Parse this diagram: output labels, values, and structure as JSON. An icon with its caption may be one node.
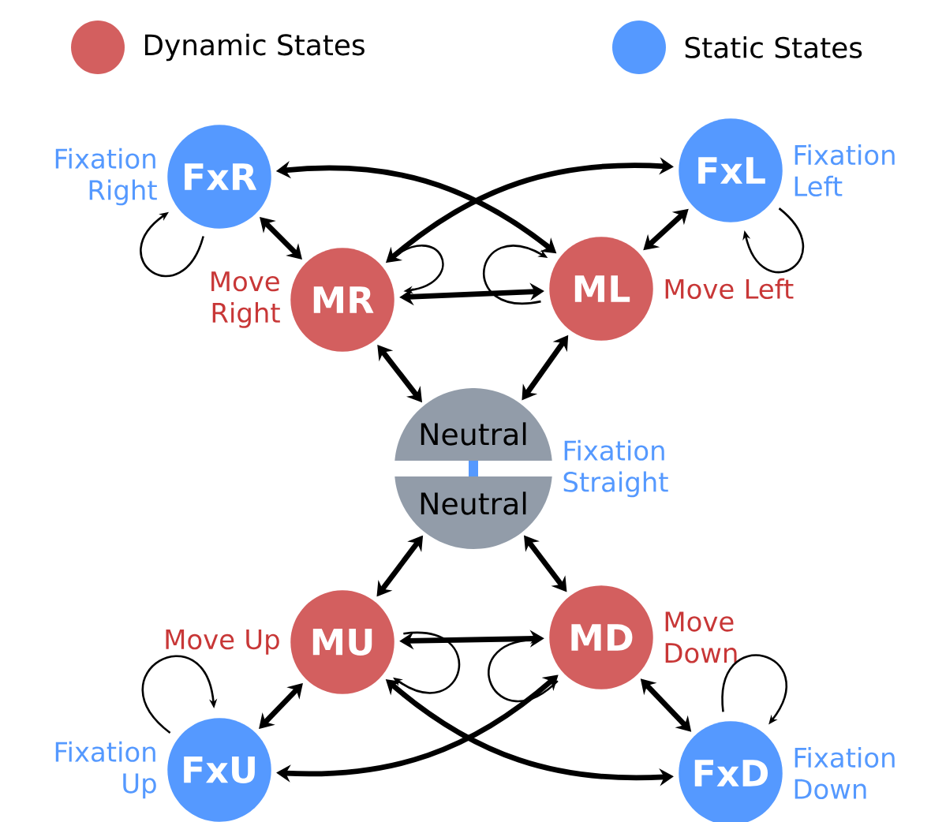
{
  "diagram": {
    "nodes": [
      {
        "text": [
          "FxR"
        ],
        "beside": [
          "Fixation Right"
        ]
      },
      {
        "text": [
          "FxL"
        ],
        "beside": [
          "Fixation Left"
        ]
      },
      {
        "text": [
          "MR"
        ],
        "beside": [
          "Move Right"
        ]
      },
      {
        "text": [
          "ML"
        ],
        "beside": [
          "Move Left"
        ]
      },
      {
        "text": [
          "Neutral",
          "Neutral"
        ],
        "beside": [
          "Fixation Straight"
        ]
      },
      {
        "text": [
          "MU"
        ],
        "beside": [
          "Move Up"
        ]
      },
      {
        "text": [
          "MD"
        ],
        "beside": [
          "Move Down"
        ]
      },
      {
        "text": [
          "FxU"
        ],
        "beside": [
          "Fixation Up"
        ]
      },
      {
        "text": [
          "FxD"
        ],
        "beside": [
          "Fixation Down"
        ]
      }
    ],
    "edges": [
      {
        "from": 0,
        "to": 2,
        "arrow": "both"
      },
      {
        "from": 0,
        "to": 3,
        "arrow": "both"
      },
      {
        "from": 1,
        "to": 2,
        "arrow": "both"
      },
      {
        "from": 2,
        "to": 3,
        "arrow": "both"
      },
      {
        "from": 1,
        "to": 3,
        "arrow": "both"
      },
      {
        "from": 2,
        "to": 4,
        "arrow": "both"
      },
      {
        "from": 3,
        "to": 4,
        "arrow": "both"
      },
      {
        "from": 4,
        "to": 5,
        "arrow": "both"
      },
      {
        "from": 4,
        "to": 6,
        "arrow": "both"
      },
      {
        "from": 5,
        "to": 6,
        "arrow": "both"
      },
      {
        "from": 5,
        "to": 7,
        "arrow": "both"
      },
      {
        "from": 6,
        "to": 8,
        "arrow": "both"
      },
      {
        "from": 7,
        "to": 6,
        "arrow": "both"
      },
      {
        "from": 5,
        "to": 8,
        "arrow": "both"
      },
      {
        "from": 0,
        "to": 0,
        "arrow": "to"
      },
      {
        "from": 2,
        "to": 2,
        "arrow": "to"
      },
      {
        "from": 3,
        "to": 3,
        "arrow": "to"
      },
      {
        "from": 1,
        "to": 1,
        "arrow": "to"
      },
      {
        "from": 5,
        "to": 5,
        "arrow": "to"
      },
      {
        "from": 6,
        "to": 6,
        "arrow": "to"
      },
      {
        "from": 7,
        "to": 7,
        "arrow": "to"
      },
      {
        "from": 8,
        "to": 8,
        "arrow": "to"
      }
    ],
    "legend": [
      {
        "text": "Dynamic States",
        "color": "#d35f5f"
      },
      {
        "text": "Static States",
        "color": "#5599ff"
      }
    ]
  }
}
